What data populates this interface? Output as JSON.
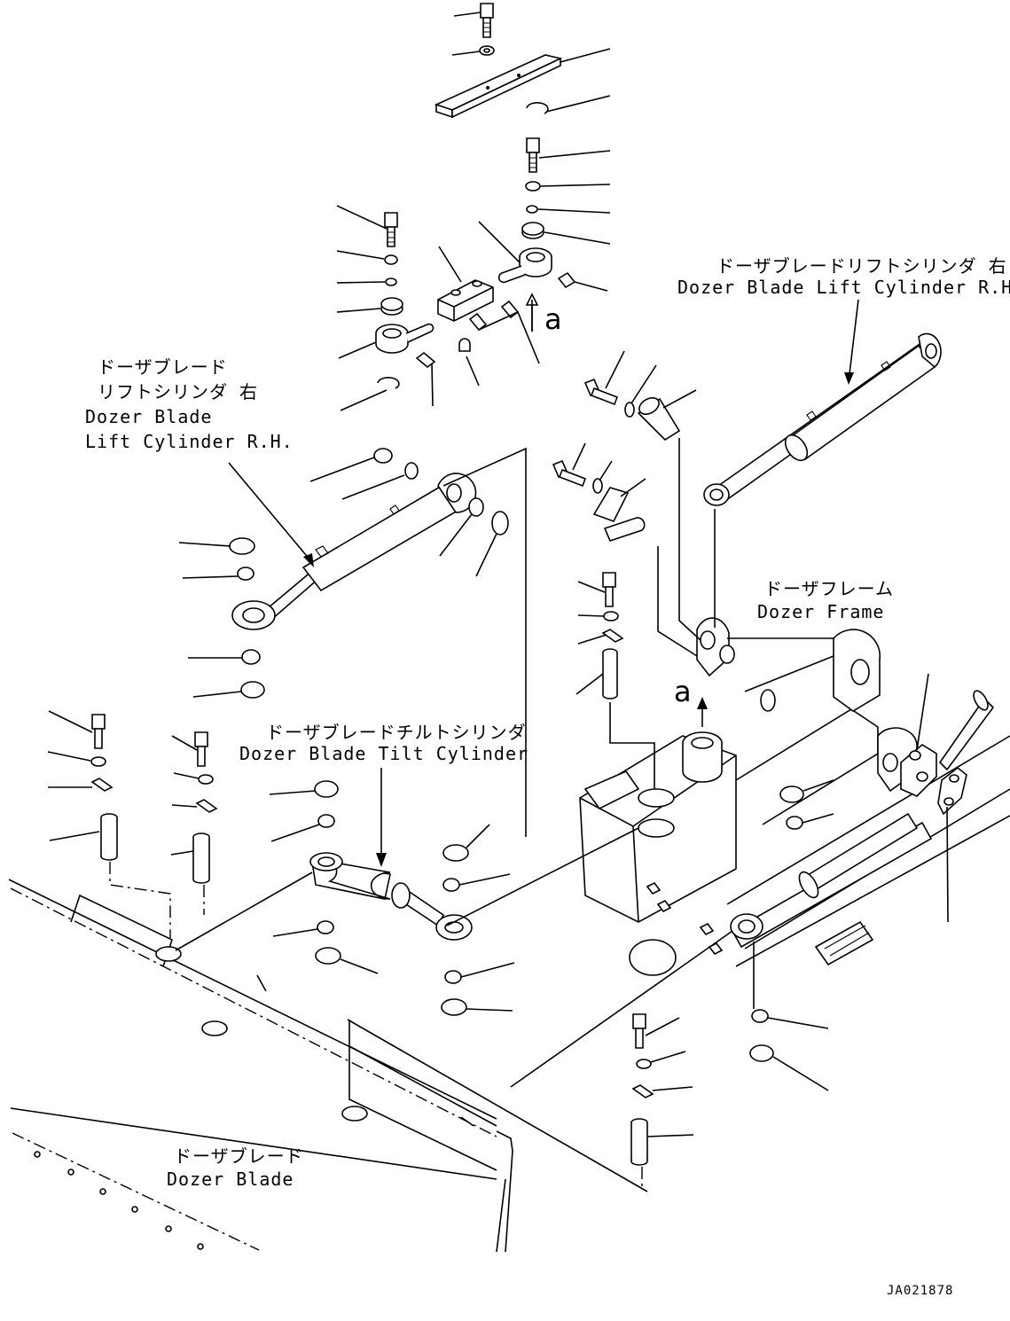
{
  "labels": {
    "lift_cylinder_right_top": {
      "jp": "ドーザブレードリフトシリンダ 右",
      "en": "Dozer Blade Lift Cylinder R.H."
    },
    "lift_cylinder_right_left": {
      "jp1": "ドーザブレード",
      "jp2": "リフトシリンダ 右",
      "en1": "Dozer Blade",
      "en2": "Lift Cylinder R.H."
    },
    "dozer_frame": {
      "jp": "ドーザフレーム",
      "en": "Dozer Frame"
    },
    "tilt_cylinder": {
      "jp": "ドーザブレードチルトシリンダ",
      "en": "Dozer Blade Tilt Cylinder"
    },
    "dozer_blade": {
      "jp": "ドーザブレード",
      "en": "Dozer Blade"
    }
  },
  "view_markers": [
    "a",
    "a"
  ],
  "drawing_code": "JA021878"
}
